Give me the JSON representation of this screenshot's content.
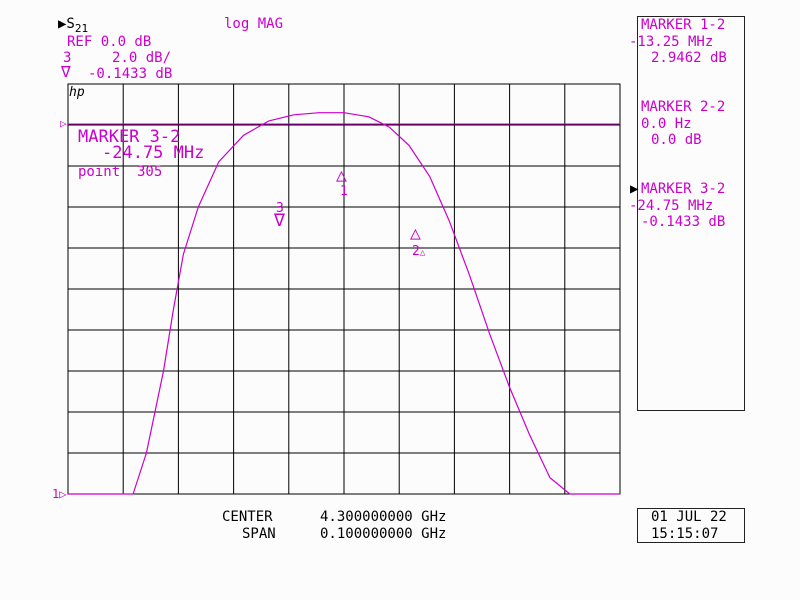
{
  "header": {
    "param_prefix": "▶S",
    "param_sub": "21",
    "format": "log MAG",
    "ref": "REF 0.0 dB",
    "channel": "3",
    "scale": "2.0 dB/",
    "delta_symbol": "∇",
    "marker_value": "-0.1433 dB"
  },
  "plot": {
    "logo": "hp",
    "ref_arrow": "▷",
    "baseline_label": "1▷",
    "marker_title": "MARKER 3-2",
    "marker_freq": "-24.75 MHz",
    "marker_point": "point  305"
  },
  "markers": [
    {
      "label": "3",
      "symbol": "∇"
    },
    {
      "label": "1",
      "symbol": "△"
    },
    {
      "label": "2",
      "symbol": "△",
      "suffix": "△"
    }
  ],
  "side_panel": [
    {
      "indicator": "",
      "title": "MARKER 1-2",
      "line1": "-13.25 MHz",
      "line2": "2.9462 dB"
    },
    {
      "indicator": "",
      "title": "MARKER 2-2",
      "line1": "0.0 Hz",
      "line2": "0.0 dB"
    },
    {
      "indicator": "▶",
      "title": "MARKER 3-2",
      "line1": "-24.75 MHz",
      "line2": "-0.1433 dB"
    }
  ],
  "footer": {
    "center_label": "CENTER",
    "center_value": "4.300000000 GHz",
    "span_label": "SPAN",
    "span_value": "0.100000000 GHz",
    "date": "01 JUL 22",
    "time": "15:15:07"
  },
  "colors": {
    "trace": "#cc00cc",
    "grid": "#000000",
    "background": "#fcfcfc"
  },
  "chart_data": {
    "type": "line",
    "title": "log MAG",
    "xlabel": "",
    "ylabel": "",
    "grid": true,
    "y_scale": "2.0 dB/div",
    "x": [
      4.25,
      4.2555,
      4.2618,
      4.2642,
      4.2673,
      4.2691,
      4.2709,
      4.2736,
      4.2773,
      4.2818,
      4.2864,
      4.2909,
      4.2955,
      4.3,
      4.3045,
      4.3082,
      4.3118,
      4.3155,
      4.3191,
      4.3227,
      4.3264,
      4.33,
      4.3336,
      4.3373,
      4.3409,
      4.3418,
      4.35
    ],
    "y": [
      -20.0,
      -20.0,
      -20.0,
      -18.0,
      -14.0,
      -11.0,
      -8.3,
      -6.0,
      -3.8,
      -2.5,
      -1.8,
      -1.5,
      -1.4,
      -1.4,
      -1.6,
      -2.1,
      -3.0,
      -4.5,
      -6.7,
      -9.3,
      -12.2,
      -14.8,
      -17.1,
      -19.2,
      -20.0,
      -20.0,
      -20.0
    ],
    "x_unit": "GHz",
    "y_unit": "dB"
  }
}
